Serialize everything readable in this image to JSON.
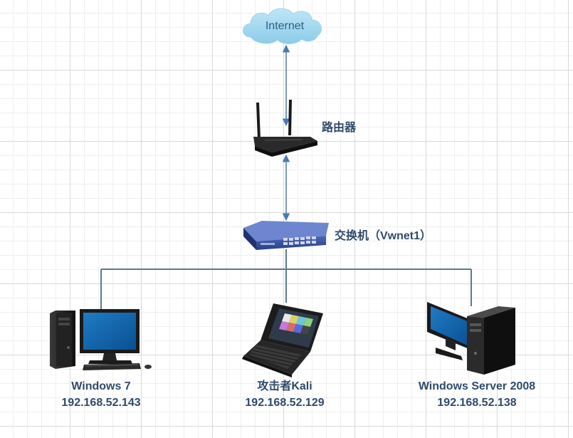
{
  "internet": {
    "label": "Internet"
  },
  "router": {
    "label": "路由器"
  },
  "switch": {
    "label": "交换机（Vwnet1）"
  },
  "hosts": [
    {
      "name": "Windows 7",
      "ip": "192.168.52.143"
    },
    {
      "name": "攻击者Kali",
      "ip": "192.168.52.129"
    },
    {
      "name": "Windows Server 2008",
      "ip": "192.168.52.138"
    }
  ],
  "colors": {
    "arrow": "#4a78b0",
    "link": "#5a7a8a",
    "label": "#2f4a6b",
    "cloud": "#a6d8ef"
  }
}
